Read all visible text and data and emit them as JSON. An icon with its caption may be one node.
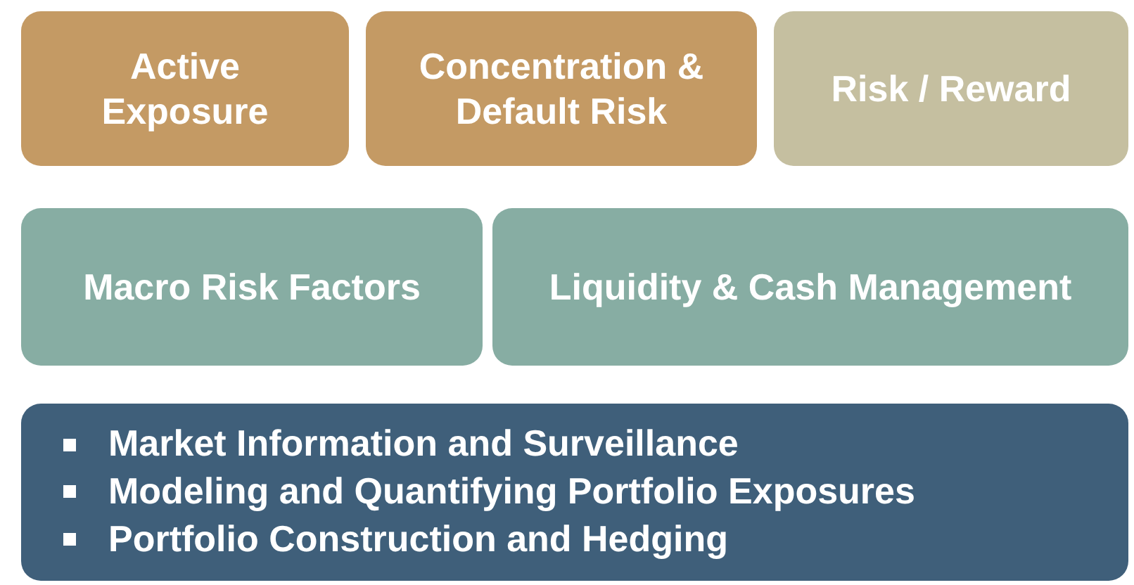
{
  "diagram": {
    "nodes": [
      {
        "text": [
          "Active Exposure"
        ]
      },
      {
        "text": [
          "Concentration & Default Risk"
        ]
      },
      {
        "text": [
          "Risk / Reward"
        ]
      },
      {
        "text": [
          "Macro Risk Factors"
        ]
      },
      {
        "text": [
          "Liquidity & Cash Management"
        ]
      },
      {
        "text": [
          "Market Information and Surveillance",
          "Modeling and Quantifying Portfolio Exposures",
          "Portfolio Construction and Hedging"
        ]
      }
    ]
  }
}
